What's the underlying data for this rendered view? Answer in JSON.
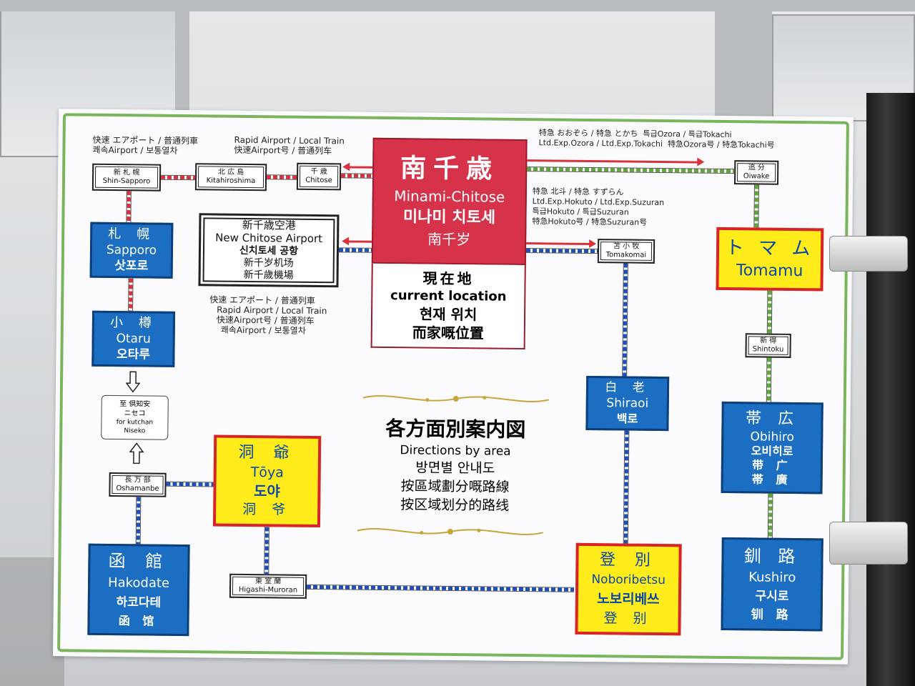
{
  "colors": {
    "border_green": "#7ab55c",
    "station_blue": "#1b6ec2",
    "highlight_yellow": "#ffec1a",
    "highlight_red_border": "#d8232a",
    "current_red": "#d6334a"
  },
  "current": {
    "name_ja": "南千歳",
    "name_en": "Minami-Chitose",
    "name_ko": "미나미 치토세",
    "name_zh": "南千岁",
    "loc_ja": "現在地",
    "loc_en": "current location",
    "loc_ko": "현재 위치",
    "loc_yue": "而家嘅位置"
  },
  "top_left_note": {
    "l1": "快速 エアポート / 普通列車",
    "l2": "쾌속Airport / 보통열차"
  },
  "top_mid_note": {
    "l1": "Rapid Airport / Local Train",
    "l2": "快速Airport号 / 普通列车"
  },
  "top_right_note": {
    "l1": "特急 おおぞら / 特急 とかち",
    "l1b": "특급Ozora / 특급Tokachi",
    "l2": "Ltd.Exp.Ozora / Ltd.Exp.Tokachi",
    "l2b": "特急Ozora号 / 特急Tokachi号"
  },
  "hokuto_note": {
    "l1": "特急 北斗 / 特急 すずらん",
    "l2": "Ltd.Exp.Hokuto / Ltd.Exp.Suzuran",
    "l3": "특급Hokuto / 특급Suzuran",
    "l4": "特急Hokuto号 / 特急Suzuran号"
  },
  "airport_note": {
    "l1": "快速 エアポート / 普通列車",
    "l2": "Rapid Airport / Local Train",
    "l3": "快速Airport号 / 普通列车",
    "l4": "쾌속Airport / 보통열차"
  },
  "stations": {
    "shin_sapporo": {
      "ja": "新 札 幌",
      "en": "Shin-Sapporo"
    },
    "kitahiroshima": {
      "ja": "北 広 島",
      "en": "Kitahiroshima"
    },
    "chitose": {
      "ja": "千 歳",
      "en": "Chitose"
    },
    "oiwake": {
      "ja": "追 分",
      "en": "Oiwake"
    },
    "tomakomai": {
      "ja": "苫 小 牧",
      "en": "Tomakomai"
    },
    "shintoku": {
      "ja": "新 得",
      "en": "Shintoku"
    },
    "oshamanbe": {
      "ja": "長 万 部",
      "en": "Oshamanbe"
    },
    "higashi_muroran": {
      "ja": "東 室 蘭",
      "en": "Higashi-Muroran"
    }
  },
  "airport": {
    "ja": "新千歳空港",
    "en": "New Chitose Airport",
    "ko": "신치토세 공항",
    "zh_s": "新千岁机场",
    "zh_t": "新千歲機場"
  },
  "sapporo": {
    "ja": "札 幌",
    "en": "Sapporo",
    "ko": "삿포로"
  },
  "otaru": {
    "ja": "小 樽",
    "en": "Otaru",
    "ko": "오타루"
  },
  "kutchan": {
    "l1": "至 倶知安",
    "l2": "ニセコ",
    "l3": "for kutchan",
    "l4": "Niseko"
  },
  "toya": {
    "ja": "洞 爺",
    "en": "Tōya",
    "ko": "도야",
    "zh": "洞 爷"
  },
  "hakodate": {
    "ja": "函 館",
    "en": "Hakodate",
    "ko": "하코다테",
    "zh": "函 馆"
  },
  "shiraoi": {
    "ja": "白 老",
    "en": "Shiraoi",
    "ko": "백로"
  },
  "noboribetsu": {
    "ja": "登 別",
    "en": "Noboribetsu",
    "ko": "노보리베쓰",
    "zh": "登 别"
  },
  "tomamu": {
    "ja": "ト マ ム",
    "en": "Tomamu"
  },
  "obihiro": {
    "ja": "帯 広",
    "en": "Obihiro",
    "ko": "오비히로",
    "zh_s": "带 广",
    "zh_t": "帯 廣"
  },
  "kushiro": {
    "ja": "釧 路",
    "en": "Kushiro",
    "ko": "구시로",
    "zh": "钏 路"
  },
  "guide": {
    "ja": "各方面別案内図",
    "en": "Directions by area",
    "ko": "방면별 안내도",
    "yue": "按區域劃分嘅路線",
    "zh": "按区域划分的路线"
  }
}
